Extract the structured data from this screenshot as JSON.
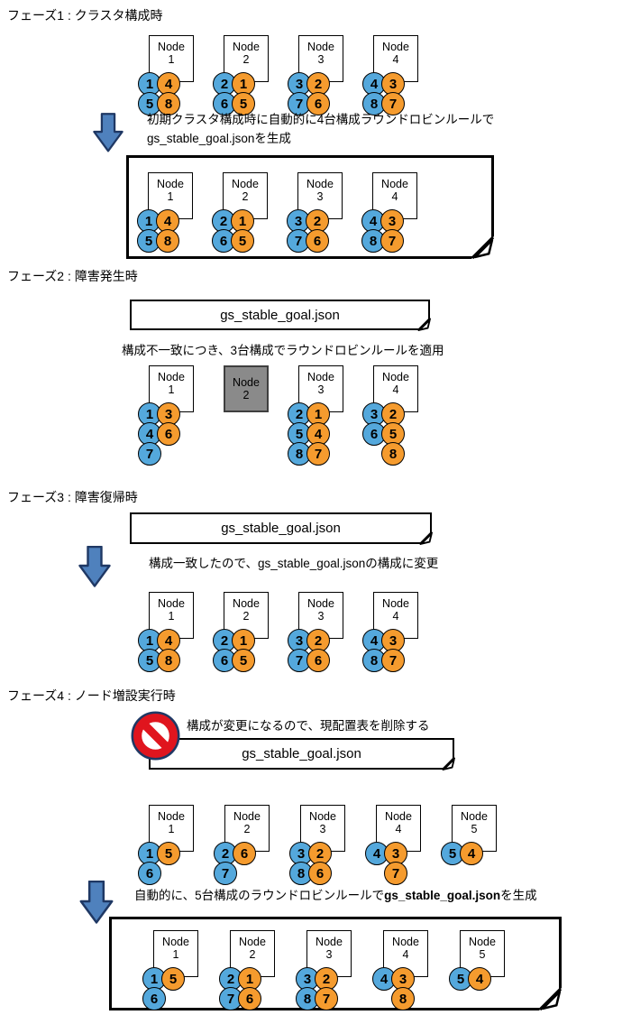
{
  "colors": {
    "circle_blue": "#54A8DC",
    "circle_orange": "#F59B2E",
    "arrow_fill": "#4F81BD",
    "arrow_border": "#1F3864",
    "node_failed_fill": "#8A8A8A",
    "node_failed_border": "#3F3F3F",
    "prohibition_red": "#E0151E",
    "prohibition_ring": "#1F3864"
  },
  "labels": {
    "node": "Node"
  },
  "phases": {
    "p1": {
      "title": "フェーズ1 : クラスタ構成時",
      "caption_line1": "初期クラスタ構成時に自動的に4台構成ラウンドロビンルールで",
      "caption_line2": "gs_stable_goal.jsonを生成",
      "nodes": [
        {
          "num": "1",
          "circles": [
            [
              {
                "n": "1",
                "c": "blue"
              },
              {
                "n": "4",
                "c": "orange"
              }
            ],
            [
              {
                "n": "5",
                "c": "blue"
              },
              {
                "n": "8",
                "c": "orange"
              }
            ]
          ]
        },
        {
          "num": "2",
          "circles": [
            [
              {
                "n": "2",
                "c": "blue"
              },
              {
                "n": "1",
                "c": "orange"
              }
            ],
            [
              {
                "n": "6",
                "c": "blue"
              },
              {
                "n": "5",
                "c": "orange"
              }
            ]
          ]
        },
        {
          "num": "3",
          "circles": [
            [
              {
                "n": "3",
                "c": "blue"
              },
              {
                "n": "2",
                "c": "orange"
              }
            ],
            [
              {
                "n": "7",
                "c": "blue"
              },
              {
                "n": "6",
                "c": "orange"
              }
            ]
          ]
        },
        {
          "num": "4",
          "circles": [
            [
              {
                "n": "4",
                "c": "blue"
              },
              {
                "n": "3",
                "c": "orange"
              }
            ],
            [
              {
                "n": "8",
                "c": "blue"
              },
              {
                "n": "7",
                "c": "orange"
              }
            ]
          ]
        }
      ],
      "goal_nodes": [
        {
          "num": "1",
          "circles": [
            [
              {
                "n": "1",
                "c": "blue"
              },
              {
                "n": "4",
                "c": "orange"
              }
            ],
            [
              {
                "n": "5",
                "c": "blue"
              },
              {
                "n": "8",
                "c": "orange"
              }
            ]
          ]
        },
        {
          "num": "2",
          "circles": [
            [
              {
                "n": "2",
                "c": "blue"
              },
              {
                "n": "1",
                "c": "orange"
              }
            ],
            [
              {
                "n": "6",
                "c": "blue"
              },
              {
                "n": "5",
                "c": "orange"
              }
            ]
          ]
        },
        {
          "num": "3",
          "circles": [
            [
              {
                "n": "3",
                "c": "blue"
              },
              {
                "n": "2",
                "c": "orange"
              }
            ],
            [
              {
                "n": "7",
                "c": "blue"
              },
              {
                "n": "6",
                "c": "orange"
              }
            ]
          ]
        },
        {
          "num": "4",
          "circles": [
            [
              {
                "n": "4",
                "c": "blue"
              },
              {
                "n": "3",
                "c": "orange"
              }
            ],
            [
              {
                "n": "8",
                "c": "blue"
              },
              {
                "n": "7",
                "c": "orange"
              }
            ]
          ]
        }
      ]
    },
    "p2": {
      "title": "フェーズ2 : 障害発生時",
      "file_label": "gs_stable_goal.json",
      "caption": "構成不一致につき、3台構成でラウンドロビンルールを適用",
      "nodes": [
        {
          "num": "1",
          "circles": [
            [
              {
                "n": "1",
                "c": "blue"
              },
              {
                "n": "3",
                "c": "orange"
              }
            ],
            [
              {
                "n": "4",
                "c": "blue"
              },
              {
                "n": "6",
                "c": "orange"
              }
            ],
            [
              {
                "n": "7",
                "c": "blue"
              },
              null
            ]
          ]
        },
        {
          "num": "2",
          "failed": true,
          "circles": []
        },
        {
          "num": "3",
          "circles": [
            [
              {
                "n": "2",
                "c": "blue"
              },
              {
                "n": "1",
                "c": "orange"
              }
            ],
            [
              {
                "n": "5",
                "c": "blue"
              },
              {
                "n": "4",
                "c": "orange"
              }
            ],
            [
              {
                "n": "8",
                "c": "blue"
              },
              {
                "n": "7",
                "c": "orange"
              }
            ]
          ]
        },
        {
          "num": "4",
          "circles": [
            [
              {
                "n": "3",
                "c": "blue"
              },
              {
                "n": "2",
                "c": "orange"
              }
            ],
            [
              {
                "n": "6",
                "c": "blue"
              },
              {
                "n": "5",
                "c": "orange"
              }
            ],
            [
              null,
              {
                "n": "8",
                "c": "orange"
              }
            ]
          ]
        }
      ]
    },
    "p3": {
      "title": "フェーズ3 : 障害復帰時",
      "file_label": "gs_stable_goal.json",
      "caption": "構成一致したので、gs_stable_goal.jsonの構成に変更",
      "nodes": [
        {
          "num": "1",
          "circles": [
            [
              {
                "n": "1",
                "c": "blue"
              },
              {
                "n": "4",
                "c": "orange"
              }
            ],
            [
              {
                "n": "5",
                "c": "blue"
              },
              {
                "n": "8",
                "c": "orange"
              }
            ]
          ]
        },
        {
          "num": "2",
          "circles": [
            [
              {
                "n": "2",
                "c": "blue"
              },
              {
                "n": "1",
                "c": "orange"
              }
            ],
            [
              {
                "n": "6",
                "c": "blue"
              },
              {
                "n": "5",
                "c": "orange"
              }
            ]
          ]
        },
        {
          "num": "3",
          "circles": [
            [
              {
                "n": "3",
                "c": "blue"
              },
              {
                "n": "2",
                "c": "orange"
              }
            ],
            [
              {
                "n": "7",
                "c": "blue"
              },
              {
                "n": "6",
                "c": "orange"
              }
            ]
          ]
        },
        {
          "num": "4",
          "circles": [
            [
              {
                "n": "4",
                "c": "blue"
              },
              {
                "n": "3",
                "c": "orange"
              }
            ],
            [
              {
                "n": "8",
                "c": "blue"
              },
              {
                "n": "7",
                "c": "orange"
              }
            ]
          ]
        }
      ]
    },
    "p4": {
      "title": "フェーズ4 : ノード増設実行時",
      "caption_delete": "構成が変更になるので、現配置表を削除する",
      "file_label": "gs_stable_goal.json",
      "caption_generate_pre": "自動的に、5台構成のラウンドロビンルールで",
      "caption_generate_file": "gs_stable_goal.json",
      "caption_generate_post": "を生成",
      "nodes": [
        {
          "num": "1",
          "circles": [
            [
              {
                "n": "1",
                "c": "blue"
              },
              {
                "n": "5",
                "c": "orange"
              }
            ],
            [
              {
                "n": "6",
                "c": "blue"
              },
              null
            ]
          ]
        },
        {
          "num": "2",
          "circles": [
            [
              {
                "n": "2",
                "c": "blue"
              },
              {
                "n": "6",
                "c": "orange"
              }
            ],
            [
              {
                "n": "7",
                "c": "blue"
              },
              null
            ]
          ]
        },
        {
          "num": "3",
          "circles": [
            [
              {
                "n": "3",
                "c": "blue"
              },
              {
                "n": "2",
                "c": "orange"
              }
            ],
            [
              {
                "n": "8",
                "c": "blue"
              },
              {
                "n": "6",
                "c": "orange"
              }
            ]
          ]
        },
        {
          "num": "4",
          "circles": [
            [
              {
                "n": "4",
                "c": "blue"
              },
              {
                "n": "3",
                "c": "orange"
              }
            ],
            [
              null,
              {
                "n": "7",
                "c": "orange"
              }
            ]
          ]
        },
        {
          "num": "5",
          "circles": [
            [
              {
                "n": "5",
                "c": "blue"
              },
              {
                "n": "4",
                "c": "orange"
              }
            ]
          ]
        }
      ],
      "goal_nodes": [
        {
          "num": "1",
          "circles": [
            [
              {
                "n": "1",
                "c": "blue"
              },
              {
                "n": "5",
                "c": "orange"
              }
            ],
            [
              {
                "n": "6",
                "c": "blue"
              },
              null
            ]
          ]
        },
        {
          "num": "2",
          "circles": [
            [
              {
                "n": "2",
                "c": "blue"
              },
              {
                "n": "1",
                "c": "orange"
              }
            ],
            [
              {
                "n": "7",
                "c": "blue"
              },
              {
                "n": "6",
                "c": "orange"
              }
            ]
          ]
        },
        {
          "num": "3",
          "circles": [
            [
              {
                "n": "3",
                "c": "blue"
              },
              {
                "n": "2",
                "c": "orange"
              }
            ],
            [
              {
                "n": "8",
                "c": "blue"
              },
              {
                "n": "7",
                "c": "orange"
              }
            ]
          ]
        },
        {
          "num": "4",
          "circles": [
            [
              {
                "n": "4",
                "c": "blue"
              },
              {
                "n": "3",
                "c": "orange"
              }
            ],
            [
              null,
              {
                "n": "8",
                "c": "orange"
              }
            ]
          ]
        },
        {
          "num": "5",
          "circles": [
            [
              {
                "n": "5",
                "c": "blue"
              },
              {
                "n": "4",
                "c": "orange"
              }
            ]
          ]
        }
      ]
    }
  }
}
